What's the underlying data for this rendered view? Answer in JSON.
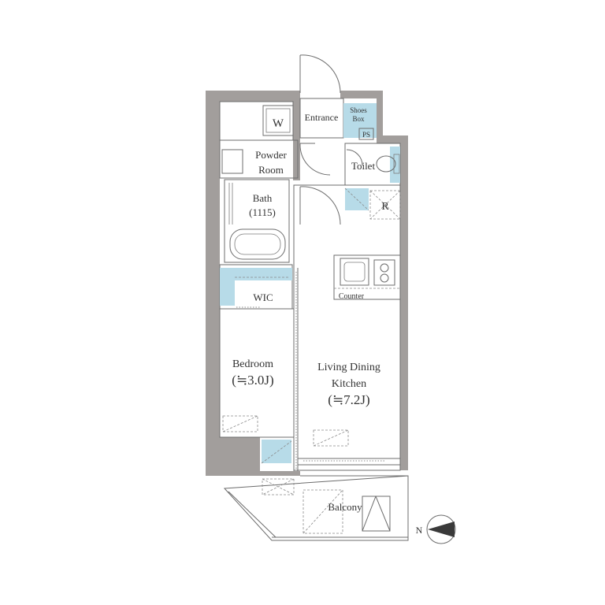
{
  "rooms": {
    "washer": "W",
    "entrance": "Entrance",
    "shoes_box_line1": "Shoes",
    "shoes_box_line2": "Box",
    "ps": "PS",
    "powder_room_line1": "Powder",
    "powder_room_line2": "Room",
    "toilet": "Toilet",
    "refrigerator": "R",
    "bath": "Bath",
    "bath_size": "(1115)",
    "counter": "Counter",
    "wic": "WIC",
    "bedroom": "Bedroom",
    "bedroom_size": "(≒3.0J)",
    "ldk_line1": "Living Dining",
    "ldk_line2": "Kitchen",
    "ldk_size": "(≒7.2J)",
    "balcony": "Balcony"
  },
  "compass": {
    "north_label": "N"
  },
  "colors": {
    "wall": "#a29e9c",
    "fixture_blue": "#b7dbe8",
    "line": "#6c6c6c",
    "text": "#333333"
  }
}
